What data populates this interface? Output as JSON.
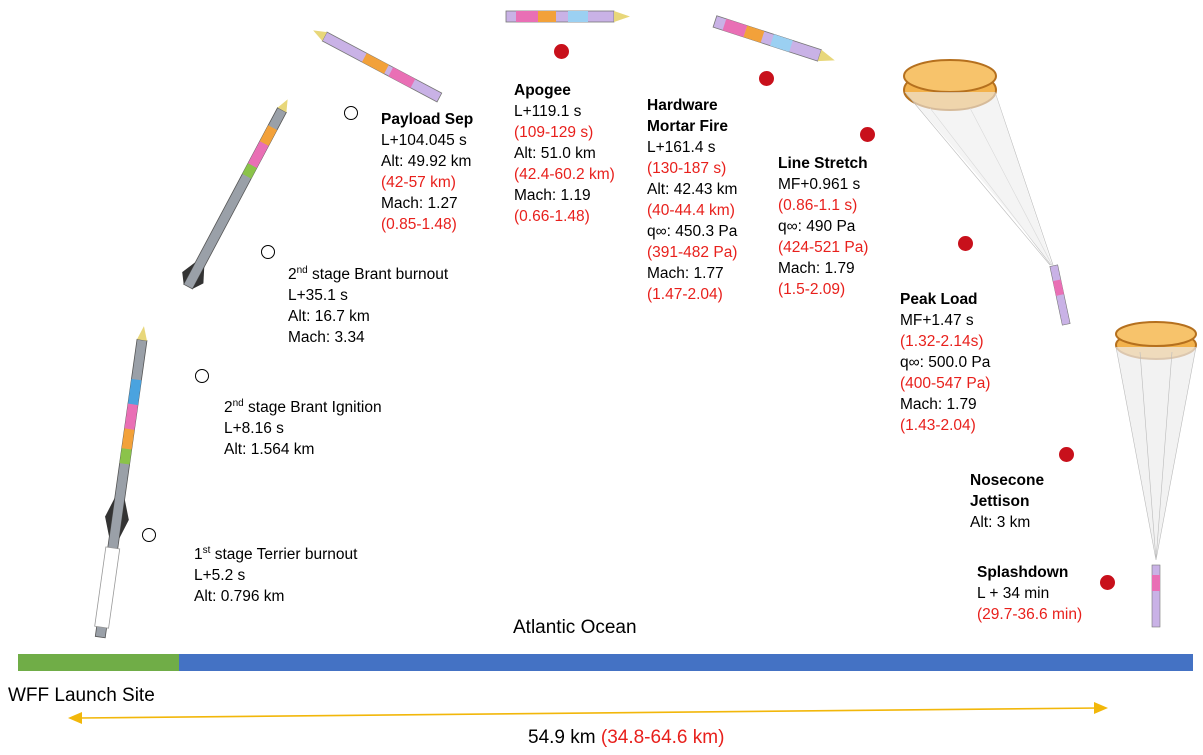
{
  "events": [
    {
      "id": "terrier-burnout",
      "lines": [
        {
          "text": "1",
          "sup": "st",
          "rest": " stage Terrier burnout"
        },
        {
          "text": "L+5.2 s"
        },
        {
          "text": "Alt: 0.796 km"
        }
      ]
    },
    {
      "id": "brant-ignition",
      "lines": [
        {
          "text": "2",
          "sup": "nd",
          "rest": " stage Brant Ignition"
        },
        {
          "text": "L+8.16 s"
        },
        {
          "text": "Alt: 1.564 km"
        }
      ]
    },
    {
      "id": "brant-burnout",
      "lines": [
        {
          "text": "2",
          "sup": "nd",
          "rest": " stage Brant burnout"
        },
        {
          "text": "L+35.1 s"
        },
        {
          "text": "Alt: 16.7 km"
        },
        {
          "text": "Mach: 3.34"
        }
      ]
    },
    {
      "id": "payload-sep",
      "lines": [
        {
          "text": "Payload Sep",
          "bold": true
        },
        {
          "text": "L+104.045 s"
        },
        {
          "text": "Alt: 49.92 km"
        },
        {
          "text": "(42-57 km)",
          "red": true
        },
        {
          "text": "Mach: 1.27"
        },
        {
          "text": "(0.85-1.48)",
          "red": true
        }
      ]
    },
    {
      "id": "apogee",
      "lines": [
        {
          "text": "Apogee",
          "bold": true
        },
        {
          "text": "L+119.1 s"
        },
        {
          "text": "(109-129 s)",
          "red": true
        },
        {
          "text": "Alt: 51.0 km"
        },
        {
          "text": "(42.4-60.2 km)",
          "red": true
        },
        {
          "text": "Mach: 1.19"
        },
        {
          "text": "(0.66-1.48)",
          "red": true
        }
      ]
    },
    {
      "id": "mortar-fire",
      "lines": [
        {
          "text": "Hardware",
          "bold": true
        },
        {
          "text": "Mortar Fire",
          "bold": true
        },
        {
          "text": "L+161.4 s"
        },
        {
          "text": "(130-187 s)",
          "red": true
        },
        {
          "text": "Alt: 42.43 km"
        },
        {
          "text": "(40-44.4 km)",
          "red": true
        },
        {
          "text": "q∞: 450.3 Pa"
        },
        {
          "text": "(391-482 Pa)",
          "red": true
        },
        {
          "text": "Mach: 1.77"
        },
        {
          "text": "(1.47-2.04)",
          "red": true
        }
      ]
    },
    {
      "id": "line-stretch",
      "lines": [
        {
          "text": "Line Stretch",
          "bold": true
        },
        {
          "text": "MF+0.961 s"
        },
        {
          "text": "(0.86-1.1 s)",
          "red": true
        },
        {
          "text": "q∞: 490 Pa"
        },
        {
          "text": "(424-521 Pa)",
          "red": true
        },
        {
          "text": "Mach: 1.79"
        },
        {
          "text": "(1.5-2.09)",
          "red": true
        }
      ]
    },
    {
      "id": "peak-load",
      "lines": [
        {
          "text": "Peak Load",
          "bold": true
        },
        {
          "text": "MF+1.47 s"
        },
        {
          "text": "(1.32-2.14s)",
          "red": true
        },
        {
          "text": "q∞: 500.0 Pa"
        },
        {
          "text": "(400-547 Pa)",
          "red": true
        },
        {
          "text": "Mach: 1.79"
        },
        {
          "text": "(1.43-2.04)",
          "red": true
        }
      ]
    },
    {
      "id": "nosecone-jettison",
      "lines": [
        {
          "text": "Nosecone",
          "bold": true
        },
        {
          "text": "Jettison",
          "bold": true
        },
        {
          "text": "Alt: 3 km"
        }
      ]
    },
    {
      "id": "splashdown",
      "lines": [
        {
          "text": "Splashdown",
          "bold": true
        },
        {
          "text": "L + 34 min"
        },
        {
          "text": "(29.7-36.6 min)",
          "red": true
        }
      ]
    }
  ],
  "ocean_label": "Atlantic Ocean",
  "site_label": "WFF Launch Site",
  "range_label": "54.9 km ",
  "range_uncertainty": "(34.8-64.6 km)",
  "colors": {
    "ground": "#70ad47",
    "ocean": "#4472c4",
    "arrow": "#f2b70a",
    "range_red": "#e8201c",
    "marker_fill": "#c8101b"
  }
}
